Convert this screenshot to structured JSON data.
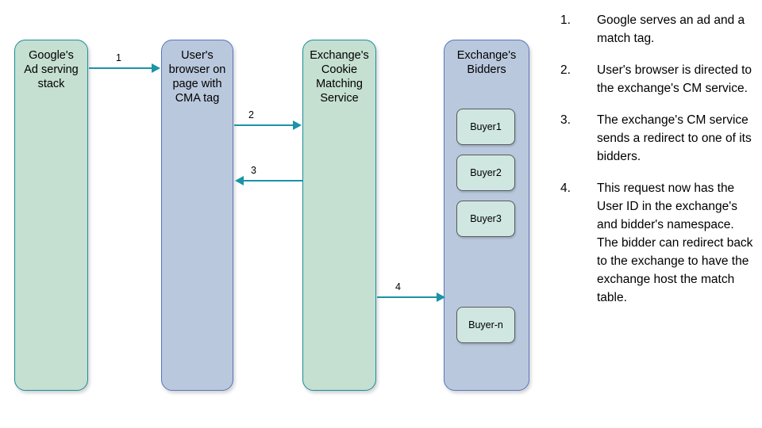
{
  "diagram": {
    "lanes": [
      {
        "id": "ad-serving",
        "label": "Google's\nAd serving\nstack",
        "color": "#c5dfd1",
        "border": "#1a8f9e"
      },
      {
        "id": "browser",
        "label": "User's\nbrowser on\npage with\nCMA tag",
        "color": "#bac8dd",
        "border": "#5876c0"
      },
      {
        "id": "cms",
        "label": "Exchange's\nCookie\nMatching\nService",
        "color": "#c5dfd1",
        "border": "#1a8f9e"
      },
      {
        "id": "bidders",
        "label": "Exchange's\nBidders",
        "color": "#bac8dd",
        "border": "#5876c0"
      }
    ],
    "buyers": [
      {
        "label": "Buyer1"
      },
      {
        "label": "Buyer2"
      },
      {
        "label": "Buyer3"
      },
      {
        "label": "Buyer-n"
      }
    ],
    "arrows": [
      {
        "label": "1",
        "direction": "right",
        "from": "ad-serving",
        "to": "browser"
      },
      {
        "label": "2",
        "direction": "right",
        "from": "browser",
        "to": "cms"
      },
      {
        "label": "3",
        "direction": "left",
        "from": "cms",
        "to": "browser"
      },
      {
        "label": "4",
        "direction": "right",
        "from": "cms",
        "to": "bidders"
      }
    ],
    "arrow_color": "#1b93a8"
  },
  "steps": [
    {
      "num": "1.",
      "text": "Google serves an ad and a match tag."
    },
    {
      "num": "2.",
      "text": "User's browser is directed to the exchange's CM service."
    },
    {
      "num": "3.",
      "text": "The exchange's CM service sends a redirect to one of its bidders."
    },
    {
      "num": "4.",
      "text": "This request now has the User ID in the exchange's and bidder's namespace. The bidder can redirect back to the exchange to have the exchange host the match table."
    }
  ]
}
